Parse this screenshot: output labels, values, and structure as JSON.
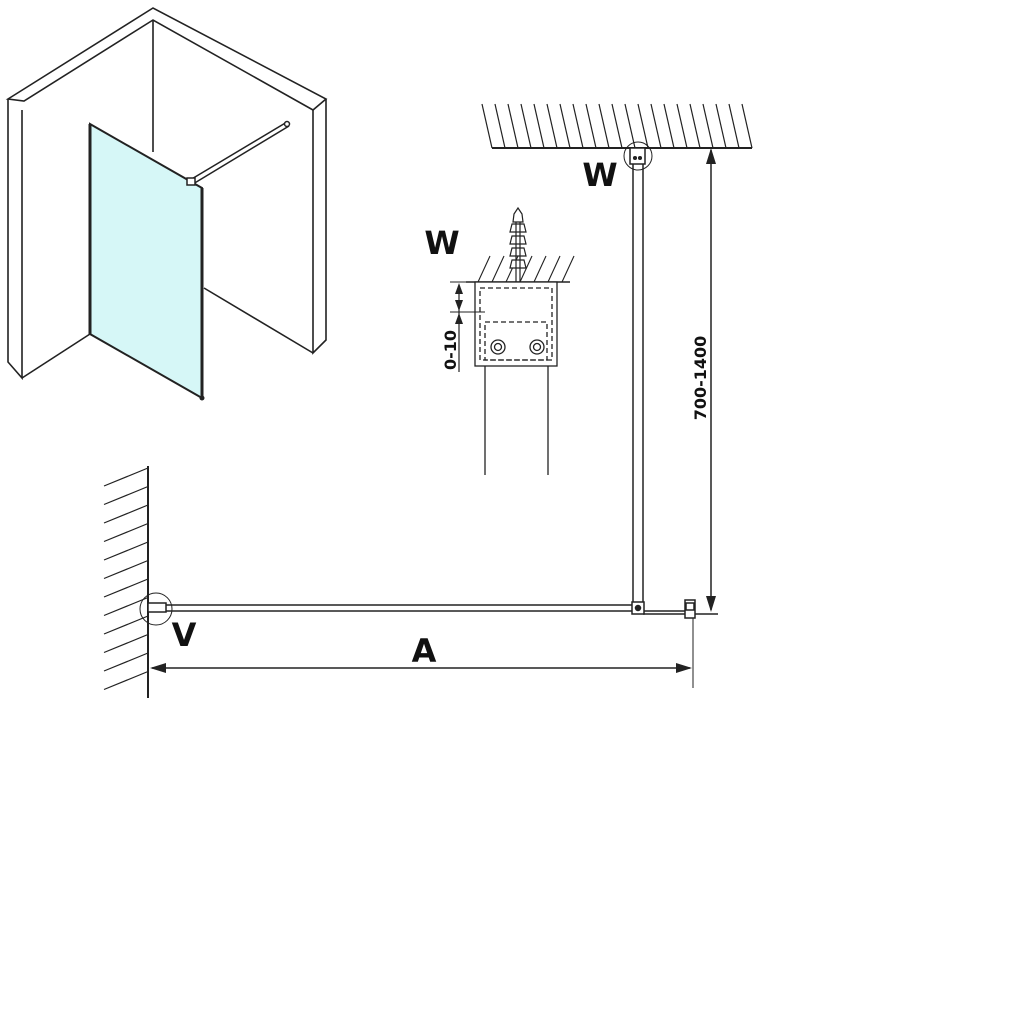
{
  "labels": {
    "wall_label": "V",
    "ceiling_label": "W",
    "detail_label": "W",
    "width_dimension": "A",
    "strut_dimension": "700-1400",
    "adjust_dimension": "0-10"
  },
  "colors": {
    "glass": "#d6f7f7",
    "line": "#222222"
  }
}
